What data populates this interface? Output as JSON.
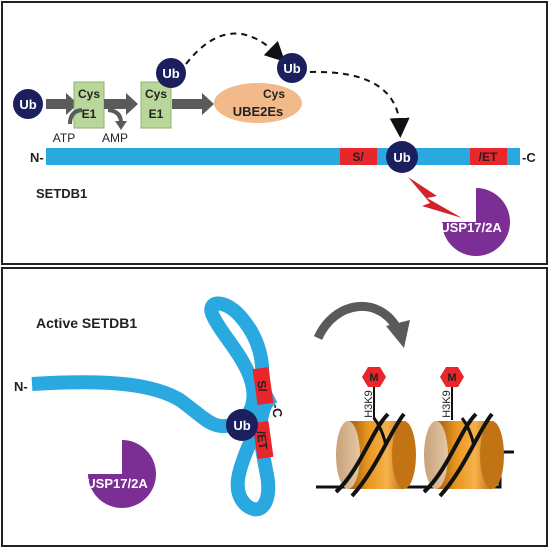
{
  "top_panel": {
    "ub_label": "Ub",
    "cys_label": "Cys",
    "e1_label": "E1",
    "atp_label": "ATP",
    "amp_label": "AMP",
    "ube2es_label": "UBE2Es",
    "n_term": "N-",
    "c_term": "-C",
    "segment_left": "S/",
    "segment_right": "/ET",
    "protein_name": "SETDB1",
    "dub_label": "USP17/2A"
  },
  "bottom_panel": {
    "title": "Active SETDB1",
    "n_term": "N-",
    "c_term": "-C",
    "segment_left": "S/",
    "segment_right": "/ET",
    "ub_label": "Ub",
    "dub_label": "USP17/2A",
    "methyl_label": "M",
    "histone_mark": "H3K9"
  },
  "colors": {
    "ubiquitin": "#1b1f5e",
    "protein": "#2aa8e0",
    "segment": "#e8262b",
    "e1": "#b9d79a",
    "e2": "#f2b98a",
    "dub": "#7b2f94",
    "lightning": "#d0232a",
    "nucleosome": "#e8951f",
    "arrow": "#5a5a5a"
  }
}
